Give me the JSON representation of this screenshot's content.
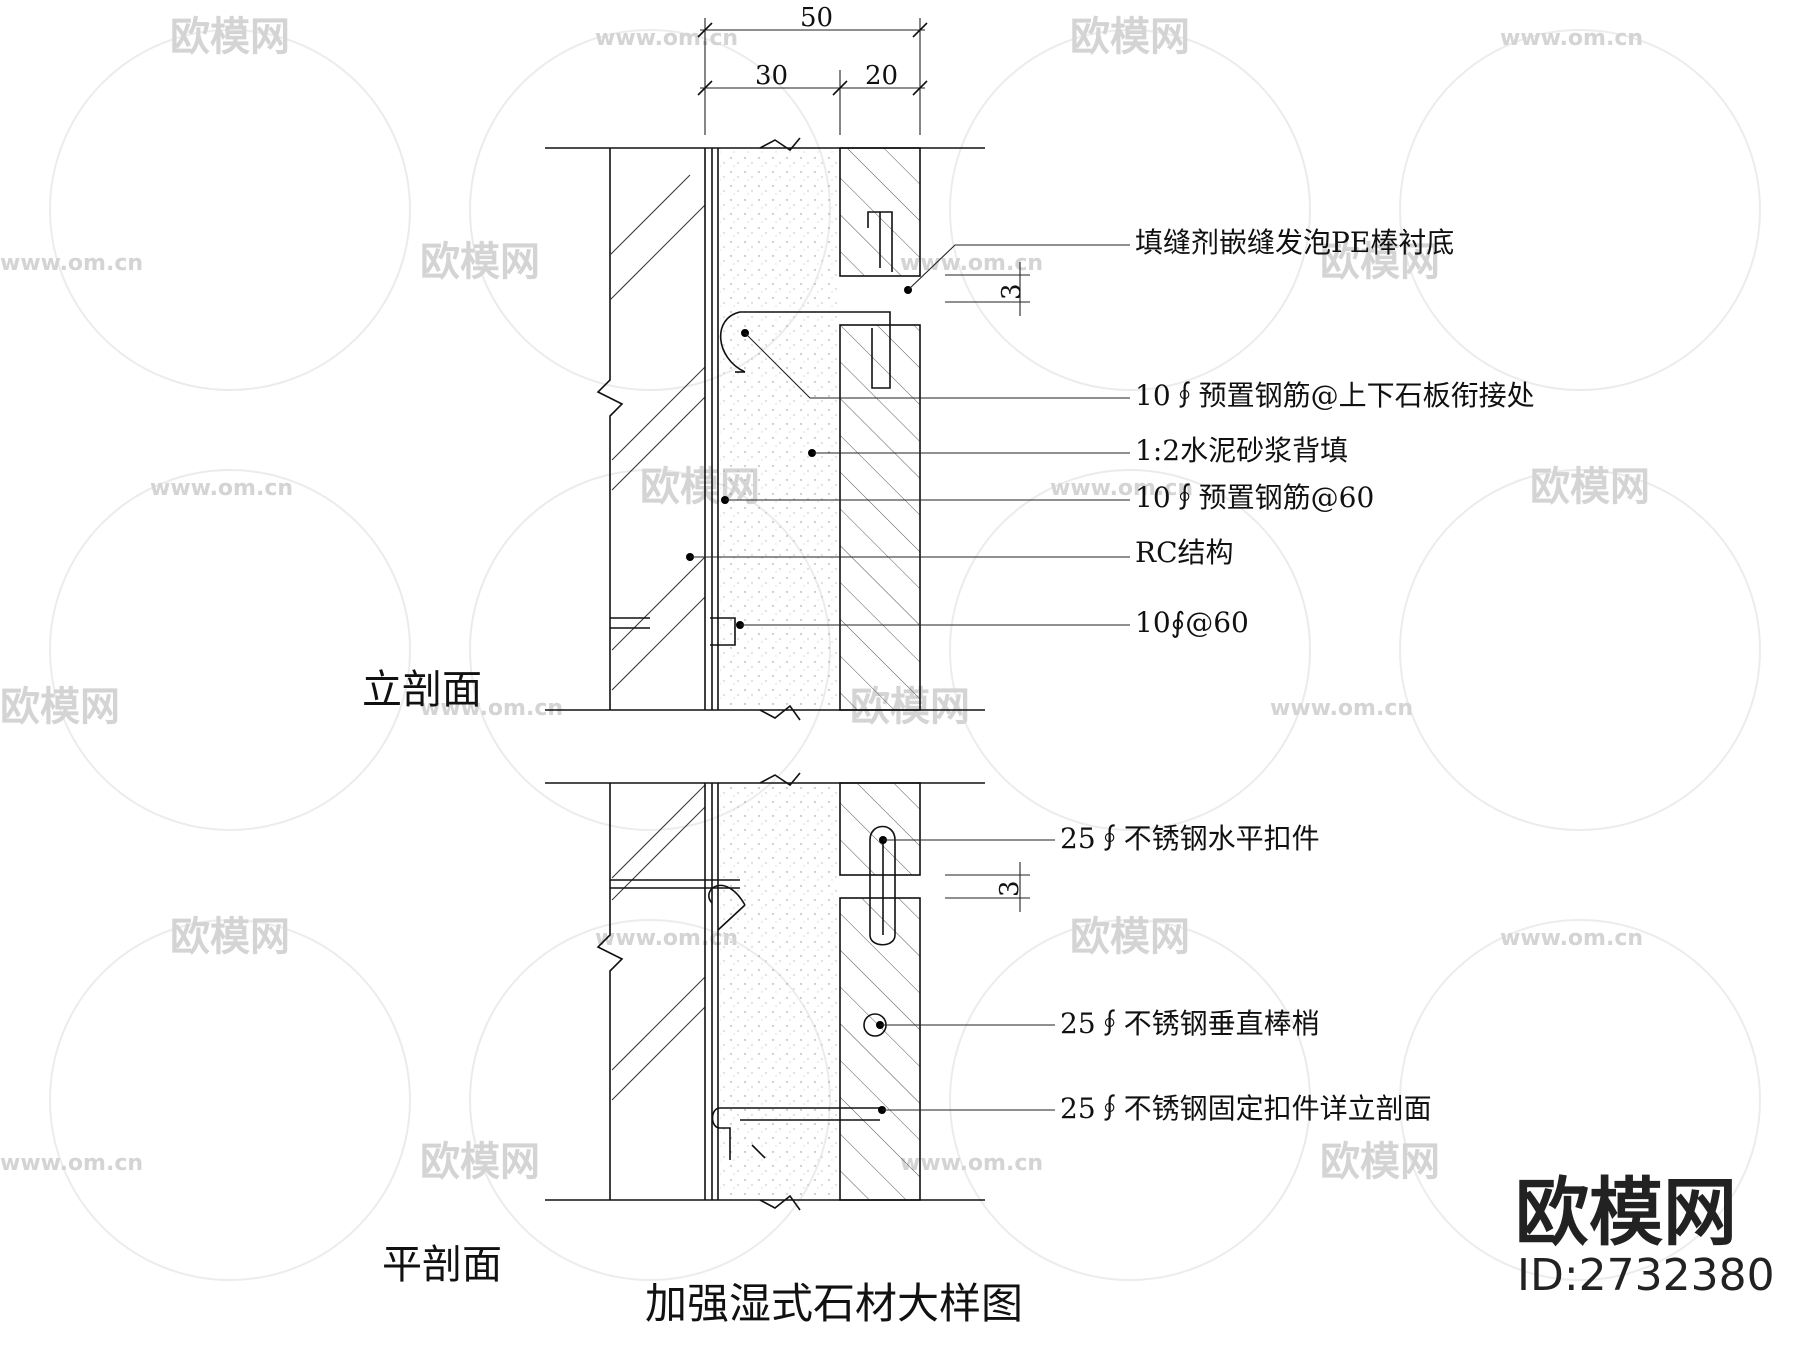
{
  "dimensions": {
    "total": "50",
    "inner": "30",
    "outer": "20",
    "gap_upper": "3",
    "gap_lower": "3"
  },
  "section_labels": {
    "elevation": "立剖面",
    "plan": "平剖面"
  },
  "title": "加强湿式石材大样图",
  "annotations_elevation": [
    "填缝剂嵌缝发泡PE棒衬底",
    "10∮预置钢筋@上下石板衔接处",
    "1:2水泥砂浆背填",
    "10∮预置钢筋@60",
    "RC结构",
    "10∮@60"
  ],
  "annotations_plan": [
    "25∮不锈钢水平扣件",
    "25∮不锈钢垂直棒梢",
    "25∮不锈钢固定扣件详立剖面"
  ],
  "watermark": {
    "brand": "欧模网",
    "url": "www.om.cn"
  },
  "logo": {
    "name": "欧模网",
    "id": "ID:2732380"
  },
  "colors": {
    "line": "#111111",
    "watermark": "#d9d9d9",
    "background": "#ffffff"
  }
}
